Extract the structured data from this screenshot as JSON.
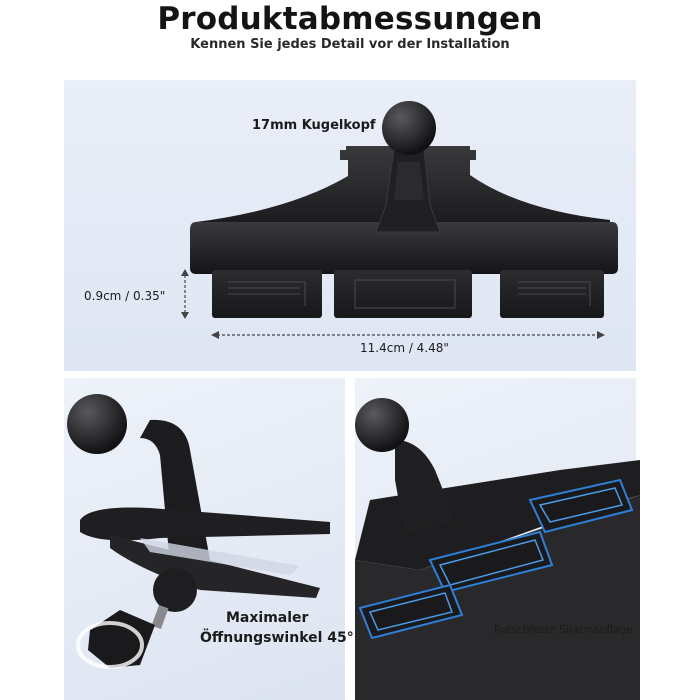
{
  "header": {
    "title": "Produktabmessungen",
    "subtitle": "Kennen Sie jedes Detail vor der Installation"
  },
  "dimensions": {
    "ball_head": "17mm Kugelkopf",
    "height": "0.9cm / 0.35\"",
    "width": "11.4cm / 4.48\""
  },
  "features": {
    "opening_line1": "Maximaler",
    "opening_line2": "Öffnungswinkel 45°",
    "pad": "Rutschfeste Silikonauflage"
  },
  "colors": {
    "panel": "#e4eaf5",
    "product": "#1e1e20",
    "pad_accent": "#2f7fd6"
  }
}
